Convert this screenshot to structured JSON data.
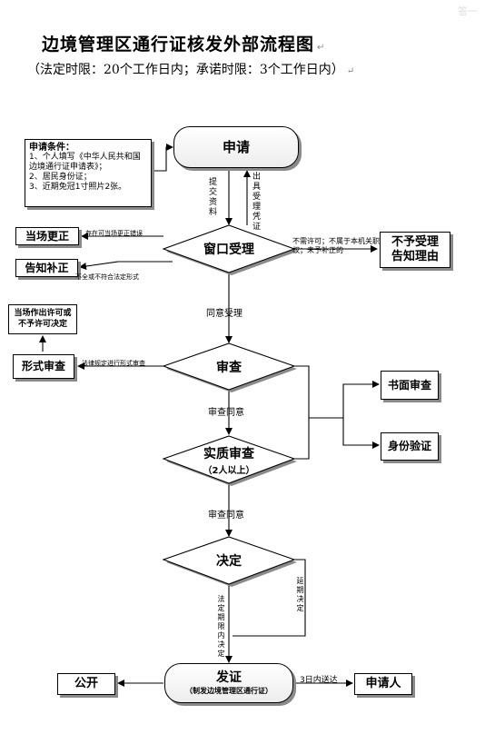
{
  "page": {
    "title": "边境管理区通行证核发外部流程图",
    "subtitle": "（法定时限：20个工作日内；承诺时限：3个工作日内）",
    "paragraph_mark": "↵",
    "watermark": "答一"
  },
  "conditions": {
    "heading": "申请条件：",
    "items": [
      "1、个人填写《中华人民共和国边境通行证申请表》；",
      "2、居民身份证；",
      "3、近期免冠1寸照片2张。"
    ]
  },
  "nodes": {
    "apply": "申请",
    "window_accept": "窗口受理",
    "review": "审查",
    "substantive_review": "实质审查",
    "substantive_note": "（2人以上）",
    "decision": "决定",
    "issue": "发证",
    "issue_note": "（制发边境管理区通行证）",
    "on_site_correct": "当场更正",
    "notify_supplement": "告知补正",
    "reject": "不予受理\n告知理由",
    "decide_on_site": "当场作出许可或\n不予许可决定",
    "formal_review": "形式审查",
    "written_review": "书面审查",
    "identity_verify": "身份验证",
    "public": "公开",
    "applicant": "申请人"
  },
  "edges": {
    "submit_materials": "提交资料",
    "issue_receipt": "出具受理凭证",
    "errors_correctable": "存在可当场更正错误",
    "incomplete": "不全或不符合法定形式",
    "not_required": "不需许可；不属于本机关职权；未予补正的",
    "agree_accept": "同意受理",
    "formal_condition": "法律规定进行形式审查",
    "review_agree_1": "审查同意",
    "review_agree_2": "审查同意",
    "extend_decision": "延期决定",
    "statutory_decision": "法定期限内决定",
    "deliver_3days": "3日内送达"
  }
}
